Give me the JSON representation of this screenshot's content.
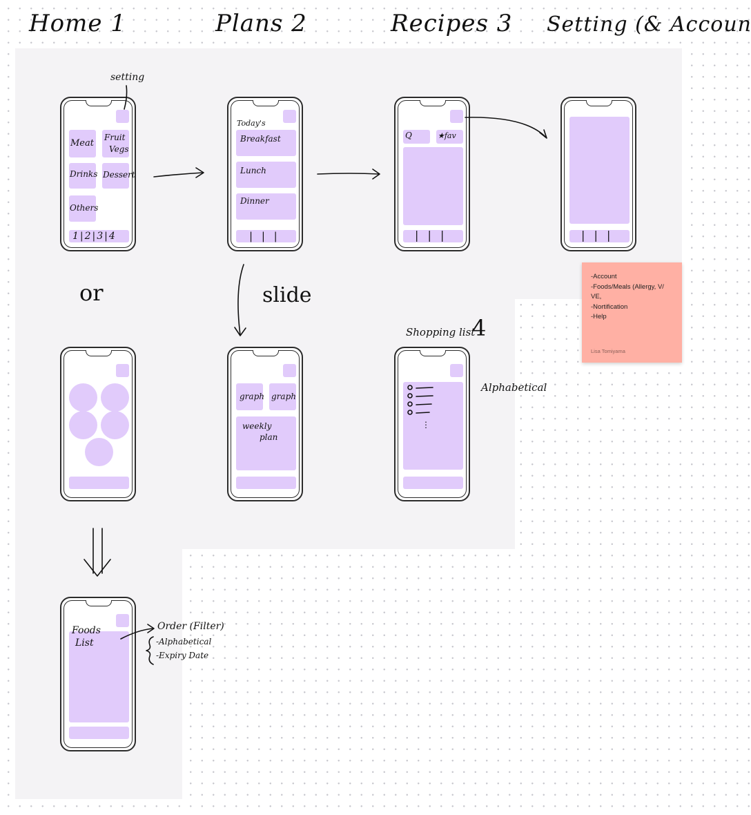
{
  "columns": {
    "home": "Home 1",
    "plans": "Plans 2",
    "recipes": "Recipes 3",
    "setting": "Setting (& Account)"
  },
  "home": {
    "setting_note": "setting",
    "tiles": [
      "Meat",
      "Fruit",
      "Vegs",
      "Drinks",
      "Dessert",
      "Others"
    ],
    "tabbar": "1|2|3|4",
    "or_label": "or"
  },
  "plans": {
    "todays": "Today's",
    "breakfast": "Breakfast",
    "lunch": "Lunch",
    "dinner": "Dinner",
    "tabbar": "| | |",
    "slide_label": "slide",
    "graph1": "graph",
    "graph2": "graph",
    "weekly": "weekly",
    "plan": "plan"
  },
  "recipes": {
    "search": "Q",
    "favorite": "★fav",
    "tabbar": "| | |"
  },
  "setting": {
    "tabbar": "| | |"
  },
  "shopping": {
    "title": "Shopping list",
    "number": "4",
    "more": "⋮",
    "alphabetical": "Alphabetical"
  },
  "foods": {
    "title1": "Foods",
    "title2": "List",
    "order": "Order (Filter)",
    "opt1": "-Alphabetical",
    "opt2": "-Expiry Date"
  },
  "sticky": {
    "lines": [
      "-Account",
      "-Foods/Meals (Allergy, V/",
      "VE,",
      "-Nortification",
      "-Help"
    ],
    "author": "Lisa Tomiyama"
  },
  "colors": {
    "wire": "#e1cbfb",
    "section": "#f4f3f5",
    "sticky": "#ffb0a4"
  }
}
